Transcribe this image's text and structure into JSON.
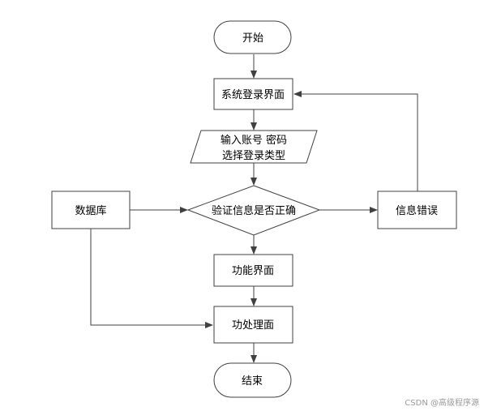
{
  "diagram": {
    "type": "flowchart",
    "nodes": {
      "start": {
        "shape": "terminator",
        "lines": [
          "开始"
        ]
      },
      "login_screen": {
        "shape": "process",
        "lines": [
          "系统登录界面"
        ]
      },
      "input": {
        "shape": "io",
        "lines": [
          "输入账号 密码",
          "选择登录类型"
        ]
      },
      "verify": {
        "shape": "decision",
        "lines": [
          "验证信息是否正确"
        ]
      },
      "database": {
        "shape": "process",
        "lines": [
          "数据库"
        ]
      },
      "error": {
        "shape": "process",
        "lines": [
          "信息错误"
        ]
      },
      "function_screen": {
        "shape": "process",
        "lines": [
          "功能界面"
        ]
      },
      "processing_screen": {
        "shape": "process",
        "lines": [
          "功处理面"
        ]
      },
      "end": {
        "shape": "terminator",
        "lines": [
          "结束"
        ]
      }
    },
    "edges": [
      {
        "from": "start",
        "to": "login_screen"
      },
      {
        "from": "login_screen",
        "to": "input"
      },
      {
        "from": "input",
        "to": "verify"
      },
      {
        "from": "database",
        "to": "verify"
      },
      {
        "from": "verify",
        "to": "error"
      },
      {
        "from": "error",
        "to": "login_screen"
      },
      {
        "from": "verify",
        "to": "function_screen"
      },
      {
        "from": "function_screen",
        "to": "processing_screen"
      },
      {
        "from": "database",
        "to": "processing_screen"
      },
      {
        "from": "processing_screen",
        "to": "end"
      }
    ],
    "colors": {
      "stroke": "#404040",
      "fill": "#ffffff",
      "text": "#000000"
    }
  },
  "watermark": {
    "text": "CSDN @高级程序源"
  }
}
